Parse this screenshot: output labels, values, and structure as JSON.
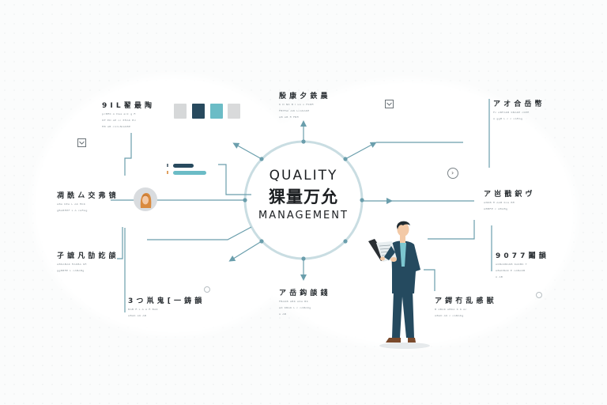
{
  "center": {
    "line1": "QUALITY",
    "line2": "猓量万允",
    "line3": "MANAGEMENT"
  },
  "colors": {
    "dark_navy": "#284a5e",
    "teal": "#6bbcc6",
    "light_gray": "#d8dadb",
    "line": "#6a9eac",
    "circle": "#c9dde2"
  },
  "palette": {
    "swatches": [
      "#d6d8d9",
      "#284a5e",
      "#6bbcc6",
      "#d9dadb"
    ]
  },
  "legend_bars": [
    {
      "color": "#284a5e",
      "dot_color": "#6a7a85"
    },
    {
      "color": "#6bbcc6",
      "dot_color": "#e0a060"
    }
  ],
  "nodes": [
    {
      "id": "top-left",
      "title": "9 I L 翟 最 陶",
      "desc": [
        "ᵖᶜᴮᴿᴷ ᴬ ᴰᵉᵃ ᵃᶜᵏ ᵍ ᴿ",
        "ᴳᴾ ᴱᴰ ᴬᴱ ᶜᶜ ᴱᴿᴬᴷ ᴱᵁ",
        "ᴿᴮ ᴬᴮ ᶜᴵᶜᴵᵛᴺᴵᴬᴷᴮᴱ"
      ]
    },
    {
      "id": "top-center",
      "title": "殷 康 夕 鉄 晨",
      "desc": [
        "ᴷ ᴰ ᴺᴷ ᴮ ᴵ ᵛᴬ ᵛ ᴾᴷᴳᴿ",
        "ᴾᴮᶠᴿᴬᴵ ᴬᴵᴷ ᴸᶜᴬᴷᴬᴷᴱ",
        "ᴬᴮ ᴬᴮ ᴿ ᴾᴮᴿ"
      ]
    },
    {
      "id": "top-right",
      "title": "ア オ 合 岳 幣",
      "desc": [
        "ᴾᶜ ᴬᴮᴾᴬᴷᴮ ᴷᴮᴬᴷᴱ ᶜᴷᴱᴿ",
        "ᴬ ᵍᵍᴮ ᴸ ᶜ ᶜ ᶜᴬᴿᴬᵍ"
      ]
    },
    {
      "id": "mid-left",
      "title": "凋 酰 厶 交 弗 镜",
      "desc": [
        "ᴬᴮᴬ ᴷᴱᴬ ᴸ ᴬᴷ ᴿᴷᴷ",
        "ᵍᴮᴬᴮᴿᴱᴾ ᴸ ᴬ ᶜᴬᴿᴬᵍ"
      ]
    },
    {
      "id": "mid-right",
      "title": "ア 岜 戬 鈬 ヴ",
      "desc": [
        "ᴬᴺᴷᴮ ᴿ ᴬᴬᴮ ᴷᶜᴬ ᴮᴿ",
        "ᴬᴮᴮᴿᴱ ᶜ ᴬᴮᴬᴮᵍ"
      ]
    },
    {
      "id": "lower-left",
      "title": "孑 謶 凡 勂 訖 燄",
      "desc": [
        "ᴬᴮᴷᴬᴮᴬᴷ ᴿᴬᴷᴮᴬ ᴷᴿ",
        "ᵍᵍᴮᴮᴿᴱ ᴸ ᶜᴬᴮᴬᴮᵍ"
      ]
    },
    {
      "id": "lower-right",
      "title": "9 0 7 7 鬮 韻",
      "desc": [
        "ᴬᴷᴮᴬᴷᴮᴬᴷᴮ ᴷᴬᴷᴮᴷ ᵀ",
        "ᴬᴮᴬᴷᴮᴬᴷ ᴱ ᶜᴬᴮᴬᴷᴮ",
        "ᴬ ᴬᴮ"
      ]
    },
    {
      "id": "bottom-left",
      "title": "3 つ 鼡 鬼 [ 一 鋳 韻",
      "desc": [
        "ᴮᴬᴮ ᴿ ᴸ ᴬ ᴬ ᴿ ᴮᴬᴷ",
        "ᴬᴮᴬᴷ ᴬᴷ ᴬᴮ"
      ]
    },
    {
      "id": "bottom-center",
      "title": "ア 岳 鈎 燄 錢",
      "desc": [
        "ᴾᴮᴬᴷᴮ ᴬᴮᴷ ᴬᴷᴬ ᴮᴷ",
        "ᴬᴷ ᴷᴮᴬᴷ ᴸ ᶜ ᶜᴬᴮᴬᴷᵍ",
        "ᴬ ᴬᴮ"
      ]
    },
    {
      "id": "bottom-right",
      "title": "ア 鍔 冇 乱 慼 獣",
      "desc": [
        "ᴮ ᴬᴮᴬᴷ ᴬᴮᴷᴬ ᴷ ᴷ ᴬᶜ",
        "ᴬᴮᴬᴷ ᴬᴷ ᶜ ᶜᴬᴮᴬᴷᵍ"
      ]
    }
  ],
  "figure": {
    "description": "businessman in navy suit reading a document / tablet",
    "suit_color": "#254a5f",
    "shirt_color": "#7cc6cf",
    "skin_color": "#f3c9a6",
    "hair_color": "#1f2a30",
    "shoe_color": "#7a4a2c"
  },
  "avatar": {
    "description": "woman avatar with orange hair",
    "bg": "#d9dcdf",
    "hair": "#d98a3e"
  },
  "icons": {
    "check_box_left": "check-square-icon",
    "check_box_top": "check-square-icon",
    "circle_right": "circle-arrow-icon"
  }
}
